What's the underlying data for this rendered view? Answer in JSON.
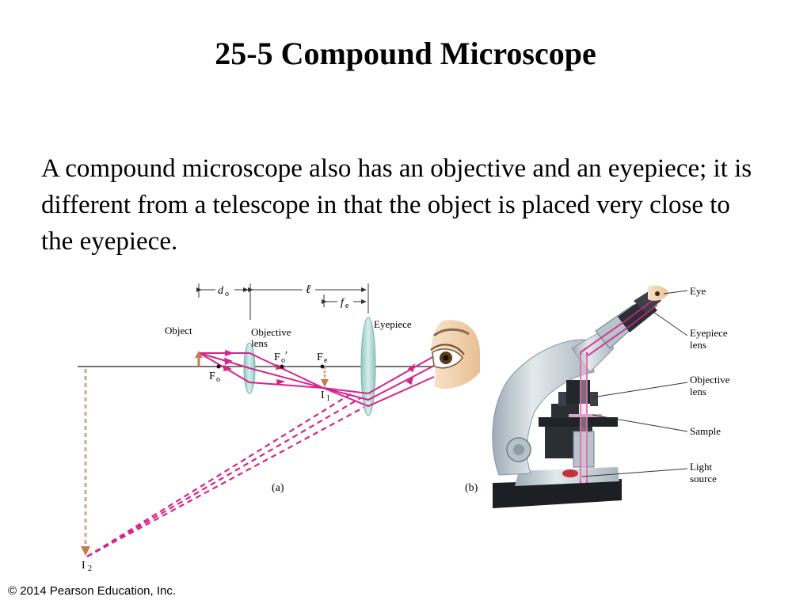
{
  "slide": {
    "title": "25-5 Compound Microscope",
    "body": "A compound microscope also has an objective and an eyepiece; it is different from a telescope in that the object is placed very close to the eyepiece.",
    "footer": "© 2014 Pearson Education, Inc."
  },
  "figure_a": {
    "caption": "(a)",
    "labels": {
      "object": "Object",
      "objective_lens_1": "Objective",
      "objective_lens_2": "lens",
      "eyepiece": "Eyepiece",
      "do_main": "d",
      "do_sub": "o",
      "ell": "ℓ",
      "fe_main": "f",
      "fe_sub": "e",
      "Fo_main": "F",
      "Fo_sub": "o",
      "Fo_prime_main": "F",
      "Fo_prime_sub": "o",
      "Fo_prime_mark": "′",
      "Fe_main": "F",
      "Fe_sub": "e",
      "I1_main": "I",
      "I1_sub": "1",
      "I2_main": "I",
      "I2_sub": "2"
    },
    "colors": {
      "ray": "#d6238a",
      "lens": "#a9d4cf",
      "arrow": "#c97a4a",
      "dashed_image": "#d9a48c"
    }
  },
  "figure_b": {
    "caption": "(b)",
    "labels": {
      "eye": "Eye",
      "eyepiece_lens_1": "Eyepiece",
      "eyepiece_lens_2": "lens",
      "objective_lens_1": "Objective",
      "objective_lens_2": "lens",
      "sample": "Sample",
      "light_source_1": "Light",
      "light_source_2": "source"
    },
    "colors": {
      "body": "#c9d3da",
      "dark": "#1f2327",
      "beam": "#d6238a"
    }
  }
}
